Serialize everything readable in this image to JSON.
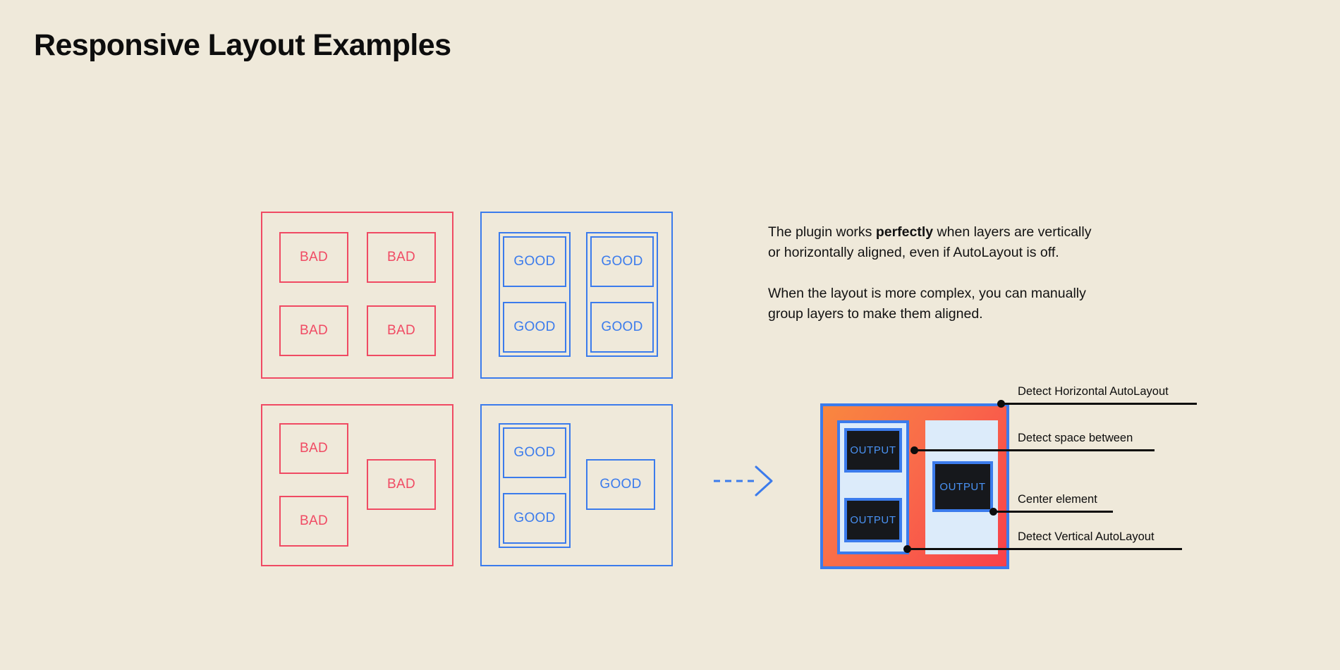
{
  "page": {
    "title": "Responsive Layout Examples",
    "background_color": "#EFE9DA"
  },
  "colors": {
    "bad": "#F04A63",
    "good": "#3B7BEC",
    "text": "#121212",
    "diagram_border": "#3B7BEC",
    "diagram_fill_start": "#F9873F",
    "diagram_fill_end": "#F8404A",
    "column_fill": "#DCEBFA",
    "output_fill": "#16181C",
    "output_text": "#4A93F5",
    "annotation": "#0D0D0D"
  },
  "examples": {
    "top_bad": {
      "verdict": "BAD",
      "cells": [
        "BAD",
        "BAD",
        "BAD",
        "BAD"
      ]
    },
    "top_good": {
      "verdict": "GOOD",
      "cells": [
        "GOOD",
        "GOOD",
        "GOOD",
        "GOOD"
      ]
    },
    "bottom_bad": {
      "verdict": "BAD",
      "cells": [
        "BAD",
        "BAD",
        "BAD"
      ]
    },
    "bottom_good": {
      "verdict": "GOOD",
      "cells": [
        "GOOD",
        "GOOD",
        "GOOD"
      ]
    }
  },
  "arrow": {
    "icon": "dashed-arrow-right-icon",
    "direction": "right",
    "style": "dashed"
  },
  "copy": {
    "paragraph1_part1": "The plugin works ",
    "paragraph1_bold": "perfectly",
    "paragraph1_part2": " when layers are vertically or horizontally aligned, even if AutoLayout is off.",
    "paragraph2": "When the layout is more complex, you can manually group layers to make them aligned."
  },
  "diagram": {
    "output_labels": [
      "OUTPUT",
      "OUTPUT",
      "OUTPUT"
    ],
    "annotations": [
      {
        "label": "Detect Horizontal AutoLayout"
      },
      {
        "label": "Detect space between"
      },
      {
        "label": "Center element"
      },
      {
        "label": "Detect Vertical AutoLayout"
      }
    ]
  }
}
